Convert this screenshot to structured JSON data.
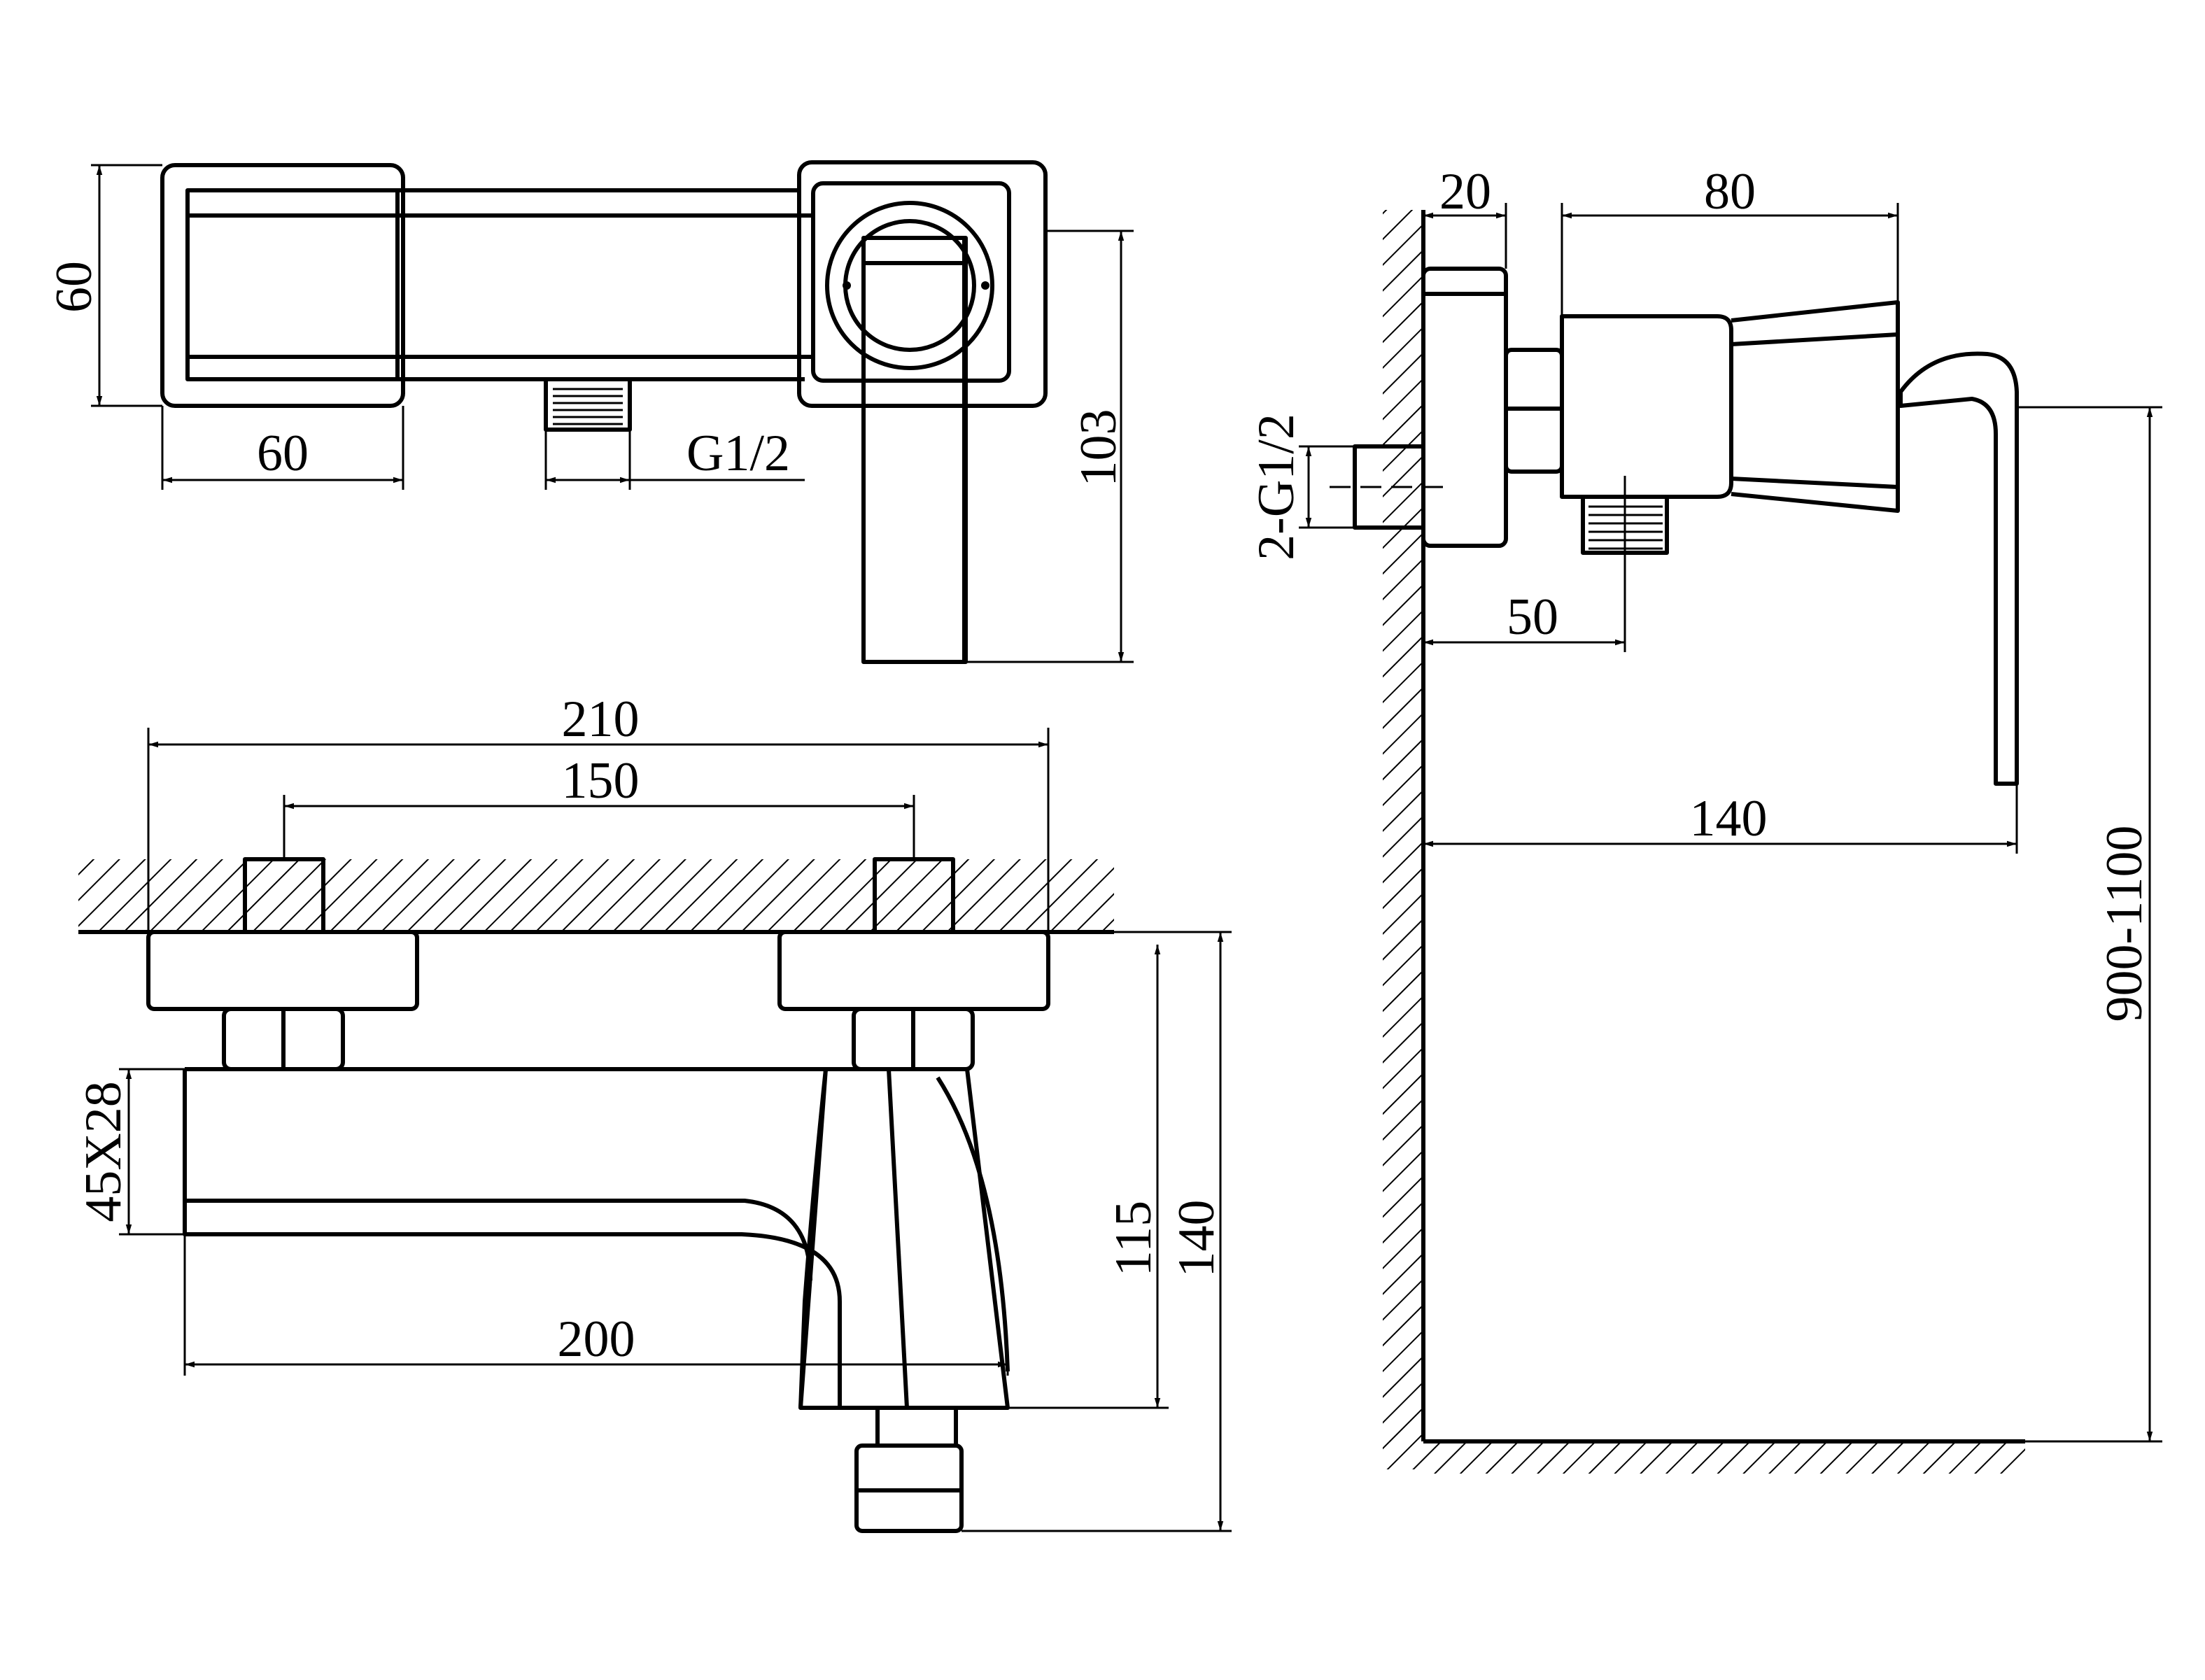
{
  "dimensions": {
    "top_height": "60",
    "top_width": "60",
    "top_thread": "G1/2",
    "top_spout_length": "103",
    "side_plate": "20",
    "side_body": "80",
    "side_inlet": "2-G1/2",
    "side_outlet_offset": "50",
    "side_projection": "140",
    "side_mount_height": "900-1100",
    "front_total_width": "210",
    "front_centers": "150",
    "front_spout_section": "45X28",
    "front_spout_length": "200",
    "front_height_body": "115",
    "front_height_total": "140"
  },
  "colors": {
    "line": "#000000",
    "background": "#ffffff"
  }
}
